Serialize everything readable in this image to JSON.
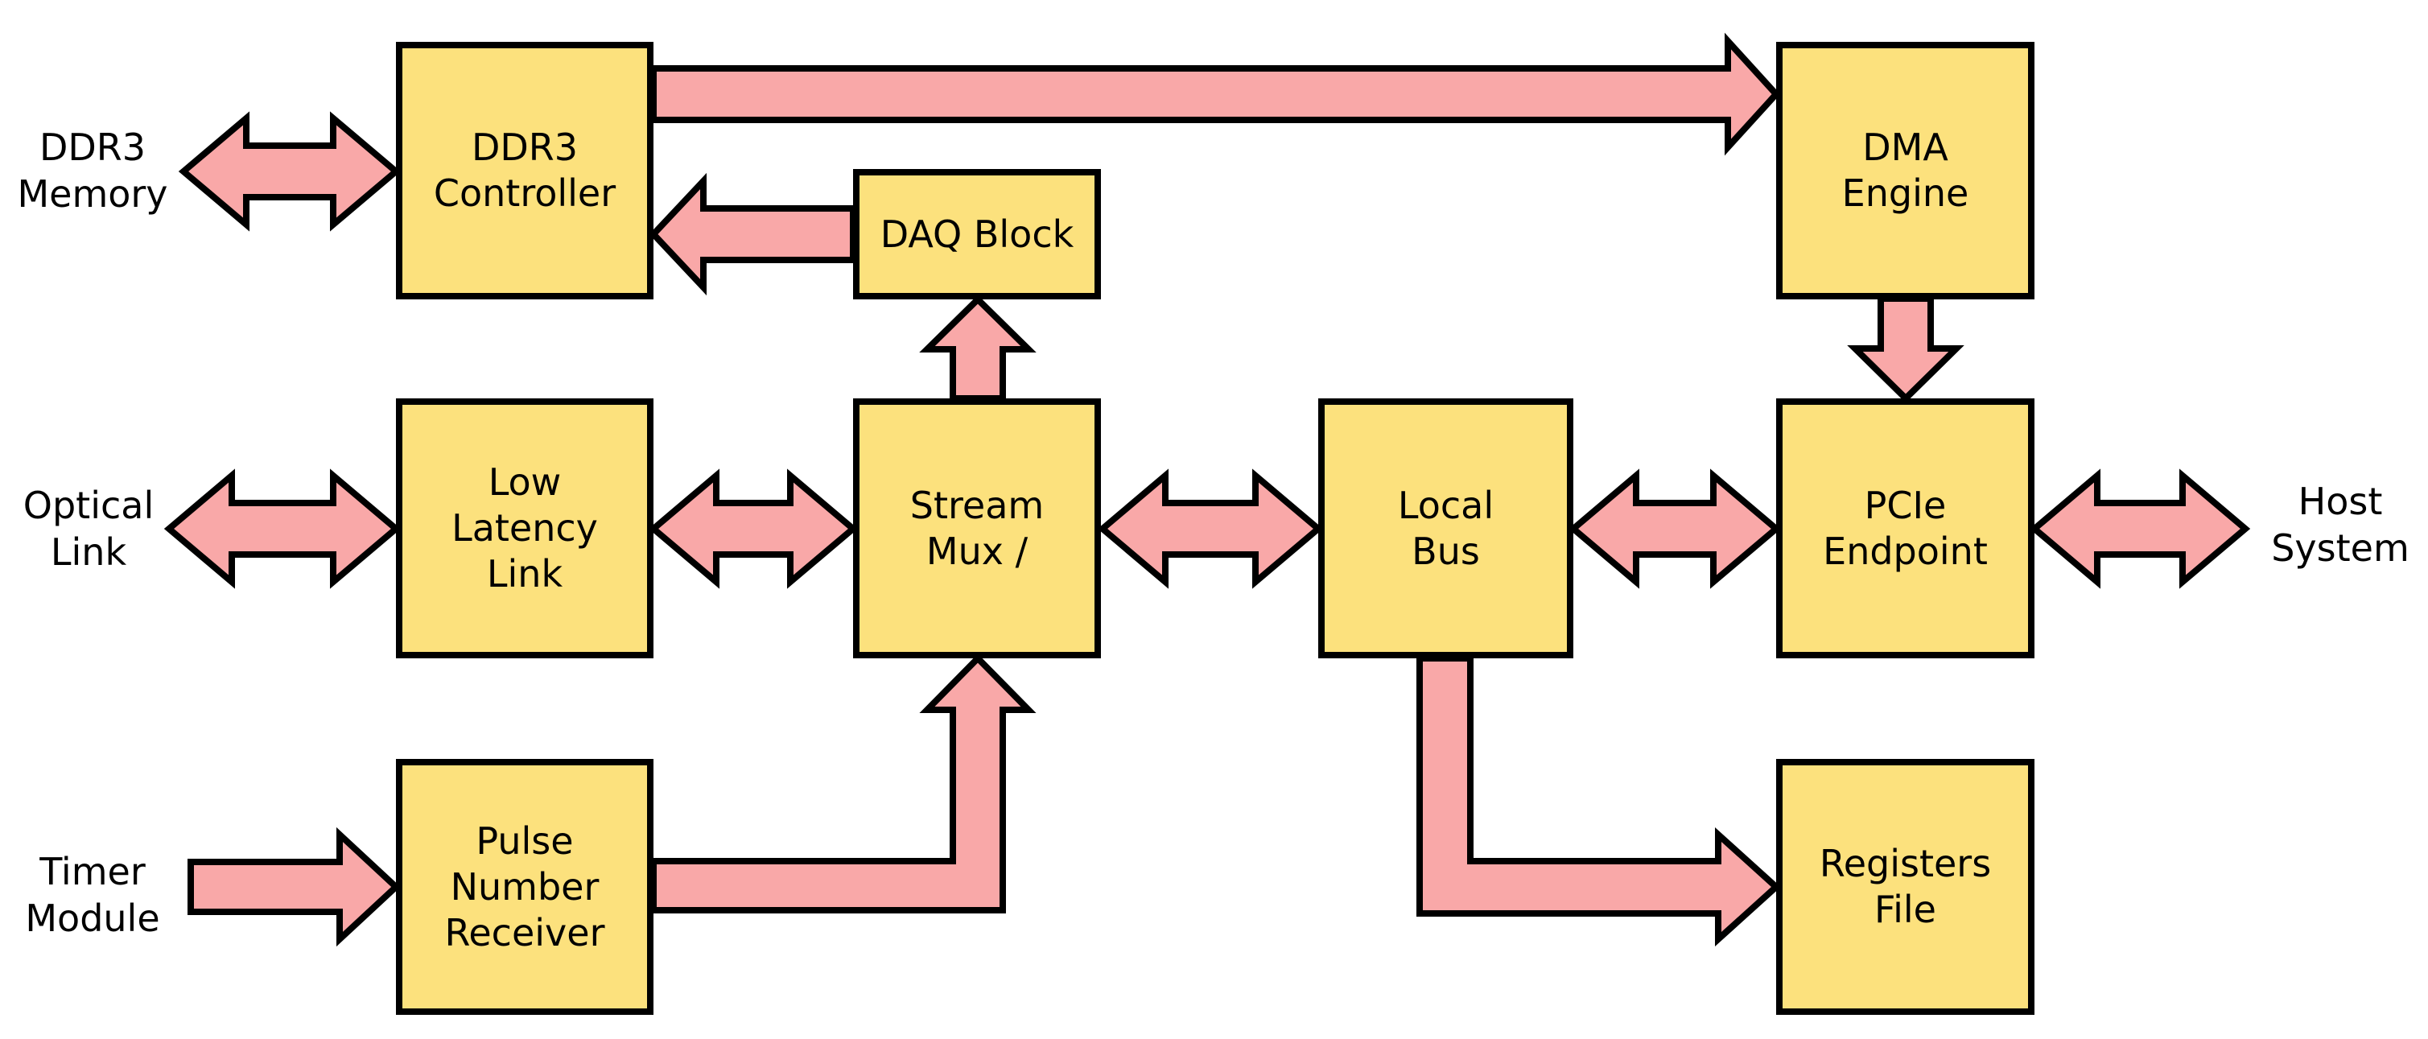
{
  "diagram": {
    "colors": {
      "background": "#FFFFFF",
      "box_fill": "#FCE17D",
      "arrow_fill": "#F9A8A8",
      "outline": "#000000",
      "text": "#000000"
    },
    "blocks": [
      {
        "id": "ddr3-controller",
        "label": "DDR3\nController"
      },
      {
        "id": "daq-block",
        "label": "DAQ Block"
      },
      {
        "id": "dma-engine",
        "label": "DMA\nEngine"
      },
      {
        "id": "low-latency-link",
        "label": "Low\nLatency\nLink"
      },
      {
        "id": "stream-mux",
        "label": "Stream\nMux /"
      },
      {
        "id": "local-bus",
        "label": "Local\nBus"
      },
      {
        "id": "pcie-endpoint",
        "label": "PCIe\nEndpoint"
      },
      {
        "id": "pulse-number-receiver",
        "label": "Pulse\nNumber\nReceiver"
      },
      {
        "id": "registers-file",
        "label": "Registers\nFile"
      }
    ],
    "external_labels": [
      {
        "id": "ddr3-memory",
        "label": "DDR3\nMemory"
      },
      {
        "id": "optical-link",
        "label": "Optical\nLink"
      },
      {
        "id": "timer-module",
        "label": "Timer\nModule"
      },
      {
        "id": "host-system",
        "label": "Host\nSystem"
      }
    ],
    "connections": [
      {
        "from": "DDR3 Memory",
        "to": "DDR3 Controller",
        "direction": "bidirectional"
      },
      {
        "from": "DDR3 Controller",
        "to": "DMA Engine",
        "direction": "one-way"
      },
      {
        "from": "DAQ Block",
        "to": "DDR3 Controller",
        "direction": "one-way"
      },
      {
        "from": "Stream Mux /",
        "to": "DAQ Block",
        "direction": "one-way"
      },
      {
        "from": "Optical Link",
        "to": "Low Latency Link",
        "direction": "bidirectional"
      },
      {
        "from": "Low Latency Link",
        "to": "Stream Mux /",
        "direction": "bidirectional"
      },
      {
        "from": "Stream Mux /",
        "to": "Local Bus",
        "direction": "bidirectional"
      },
      {
        "from": "Local Bus",
        "to": "PCIe Endpoint",
        "direction": "bidirectional"
      },
      {
        "from": "PCIe Endpoint",
        "to": "Host System",
        "direction": "bidirectional"
      },
      {
        "from": "DMA Engine",
        "to": "PCIe Endpoint",
        "direction": "one-way"
      },
      {
        "from": "Timer Module",
        "to": "Pulse Number Receiver",
        "direction": "one-way"
      },
      {
        "from": "Pulse Number Receiver",
        "to": "Stream Mux /",
        "direction": "one-way"
      },
      {
        "from": "Local Bus",
        "to": "Registers File",
        "direction": "one-way"
      }
    ]
  }
}
